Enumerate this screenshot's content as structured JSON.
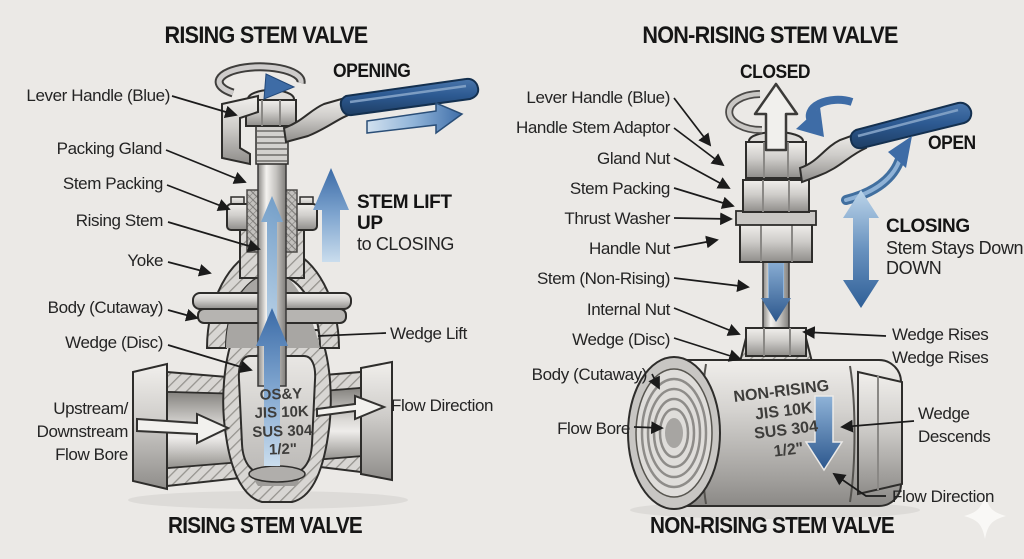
{
  "colors": {
    "background": "#ebe9e6",
    "handle_blue": "#2d5a92",
    "arrow_blue": "#3e6ca6",
    "metal_gray": "#c6c4c1",
    "text_dark": "#1f1f1f"
  },
  "left": {
    "title": "RISING STEM VALVE",
    "caption": "RISING STEM VALVE",
    "state_opening": "OPENING",
    "note": {
      "l1": "STEM LIFT",
      "l2": "UP",
      "l3": "to CLOSING"
    },
    "labels": {
      "lever_handle": "Lever Handle (Blue)",
      "packing_gland": "Packing Gland",
      "stem_packing": "Stem Packing",
      "rising_stem": "Rising Stem",
      "yoke": "Yoke",
      "body_cutaway": "Body (Cutaway)",
      "wedge_disc": "Wedge (Disc)",
      "upstream": "Upstream/",
      "downstream": "Downstream",
      "flow_bore": "Flow Bore",
      "wedge_lift": "Wedge Lift",
      "flow_direction": "Flow Direction"
    },
    "marking": {
      "l1": "OS&Y",
      "l2": "JIS 10K",
      "l3": "SUS 304",
      "l4": "1/2\""
    }
  },
  "right": {
    "title": "NON-RISING STEM VALVE",
    "caption": "NON-RISING STEM VALVE",
    "state_closed": "CLOSED",
    "state_open": "OPEN",
    "note": {
      "l1": "CLOSING",
      "l2": "Stem Stays Down",
      "l3": "DOWN"
    },
    "labels": {
      "lever_handle": "Lever Handle (Blue)",
      "handle_stem_adaptor": "Handle Stem Adaptor",
      "gland_nut": "Gland Nut",
      "stem_packing": "Stem Packing",
      "thrust_washer": "Thrust Washer",
      "handle_nut": "Handle Nut",
      "stem_non_rising": "Stem (Non-Rising)",
      "internal_nut": "Internal Nut",
      "wedge_disc": "Wedge (Disc)",
      "body_cutaway": "Body (Cutaway)",
      "flow_bore": "Flow Bore",
      "wedge_rises_1": "Wedge Rises",
      "wedge_rises_2": "Wedge Rises",
      "wedge_descends_1": "Wedge",
      "wedge_descends_2": "Descends",
      "flow_direction": "Flow Direction"
    },
    "marking": {
      "l1": "NON-RISING",
      "l2": "JIS 10K",
      "l3": "SUS 304",
      "l4": "1/2\""
    }
  }
}
